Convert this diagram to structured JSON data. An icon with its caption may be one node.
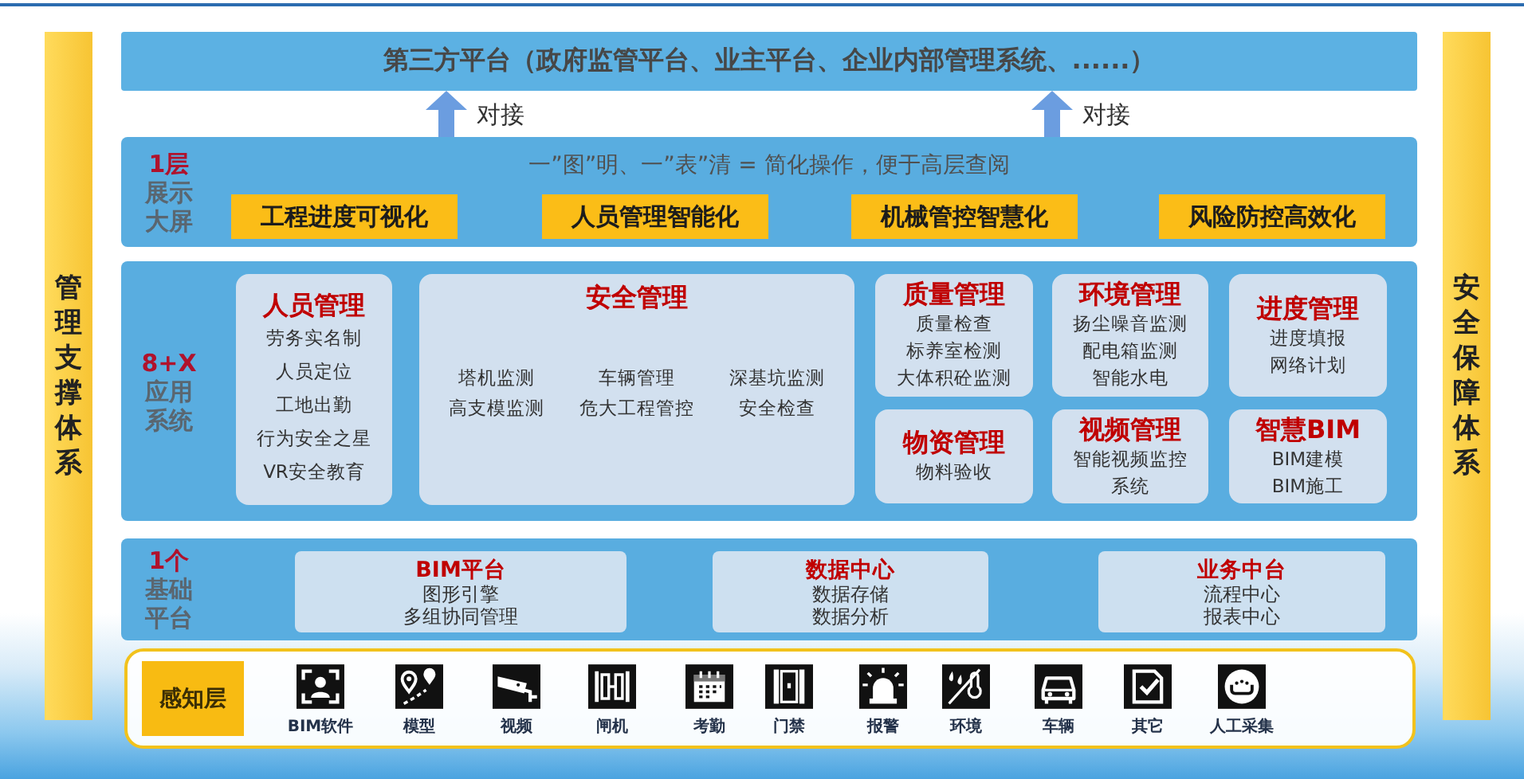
{
  "diagram": {
    "nodes": [
      {
        "text": [
          "管理支撑体系"
        ]
      },
      {
        "text": [
          "第三方平台（政府监管平台、业主平台、企业内部管理系统、......）"
        ]
      },
      {
        "text": [
          "1层",
          "展示大屏",
          "一”图”明、一”表”清 = 简化操作，便于高层查阅"
        ]
      },
      {
        "text": [
          "工程进度可视化"
        ],
        "in": 2
      },
      {
        "text": [
          "人员管理智能化"
        ],
        "in": 2
      },
      {
        "text": [
          "机械管控智慧化"
        ],
        "in": 2
      },
      {
        "text": [
          "风险防控高效化"
        ],
        "in": 2
      },
      {
        "text": [
          "8+X",
          "应用系统"
        ]
      },
      {
        "text": [
          "人员管理",
          "劳务实名制",
          "人员定位",
          "工地出勤",
          "行为安全之星",
          "VR安全教育"
        ],
        "in": 7
      },
      {
        "text": [
          "安全管理",
          "塔机监测",
          "车辆管理",
          "深基坑监测",
          "高支模监测",
          "危大工程管控",
          "安全检查"
        ],
        "in": 7
      },
      {
        "text": [
          "质量管理",
          "质量检查",
          "标养室检测",
          "大体积砼监测"
        ],
        "in": 7
      },
      {
        "text": [
          "环境管理",
          "扬尘噪音监测",
          "配电箱监测",
          "智能水电"
        ],
        "in": 7
      },
      {
        "text": [
          "进度管理",
          "进度填报",
          "网络计划"
        ],
        "in": 7
      },
      {
        "text": [
          "物资管理",
          "物料验收"
        ],
        "in": 7
      },
      {
        "text": [
          "视频管理",
          "智能视频监控系统"
        ],
        "in": 7
      },
      {
        "text": [
          "智慧BIM",
          "BIM建模",
          "BIM施工"
        ],
        "in": 7
      },
      {
        "text": [
          "1个",
          "基础平台"
        ]
      },
      {
        "text": [
          "BIM平台",
          "图形引擎",
          "多组协同管理"
        ],
        "in": 16
      },
      {
        "text": [
          "数据中心",
          "数据存储",
          "数据分析"
        ],
        "in": 16
      },
      {
        "text": [
          "业务中台",
          "流程中心",
          "报表中心"
        ],
        "in": 16
      },
      {
        "text": [],
        "shape": "box"
      },
      {
        "text": [
          "感知层"
        ],
        "in": 20
      },
      {
        "text": [
          "BIM软件"
        ],
        "in": 20
      },
      {
        "text": [
          "模型"
        ],
        "in": 20
      },
      {
        "text": [
          "视频"
        ],
        "in": 20
      },
      {
        "text": [
          "闸机"
        ],
        "in": 20
      },
      {
        "text": [
          "考勤"
        ],
        "in": 20
      },
      {
        "text": [
          "门禁"
        ],
        "in": 20
      },
      {
        "text": [
          "报警"
        ],
        "in": 20
      },
      {
        "text": [
          "环境"
        ],
        "in": 20
      },
      {
        "text": [
          "车辆"
        ],
        "in": 20
      },
      {
        "text": [
          "其它"
        ],
        "in": 20
      },
      {
        "text": [
          "人工采集"
        ],
        "in": 20
      },
      {
        "text": [
          "安全保障体系"
        ]
      }
    ],
    "edges": [
      {
        "from": 2,
        "to": 1,
        "arrow": "to",
        "label": "对接"
      },
      {
        "from": 2,
        "to": 1,
        "arrow": "to",
        "label": "对接"
      }
    ]
  }
}
